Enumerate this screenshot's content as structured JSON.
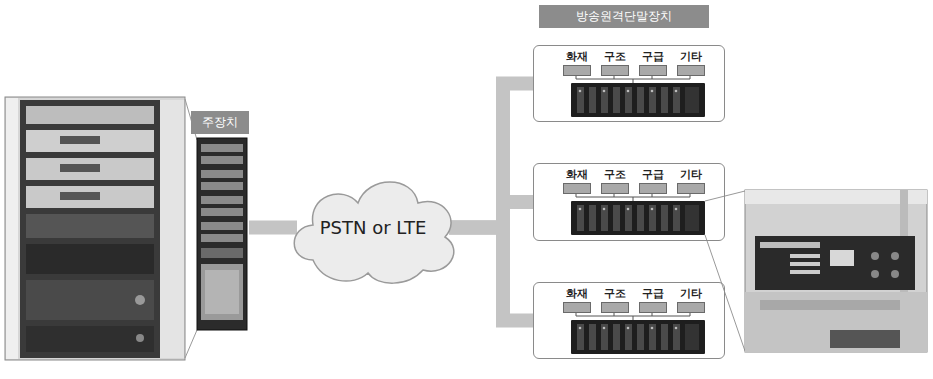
{
  "diagram": {
    "nodes": [
      {
        "text": [
          "주장치"
        ]
      },
      {
        "text": [
          "PSTN or LTE"
        ]
      },
      {
        "text": [
          "방송원격단말장치"
        ]
      },
      {
        "text": []
      },
      {
        "text": [
          "화재"
        ],
        "in": 3
      },
      {
        "text": [
          "구조"
        ],
        "in": 3
      },
      {
        "text": [
          "구급"
        ],
        "in": 3
      },
      {
        "text": [
          "기타"
        ],
        "in": 3
      },
      {
        "text": []
      },
      {
        "text": [
          "화재"
        ],
        "in": 8
      },
      {
        "text": [
          "구조"
        ],
        "in": 8
      },
      {
        "text": [
          "구급"
        ],
        "in": 8
      },
      {
        "text": [
          "기타"
        ],
        "in": 8
      },
      {
        "text": []
      },
      {
        "text": [
          "화재"
        ],
        "in": 13
      },
      {
        "text": [
          "구조"
        ],
        "in": 13
      },
      {
        "text": [
          "구급"
        ],
        "in": 13
      },
      {
        "text": [
          "기타"
        ],
        "in": 13
      }
    ],
    "edges": [
      {
        "from": 0,
        "to": 1,
        "arrow": "none"
      },
      {
        "from": 1,
        "to": 3,
        "arrow": "none"
      },
      {
        "from": 1,
        "to": 8,
        "arrow": "none"
      },
      {
        "from": 1,
        "to": 13,
        "arrow": "none"
      }
    ]
  }
}
